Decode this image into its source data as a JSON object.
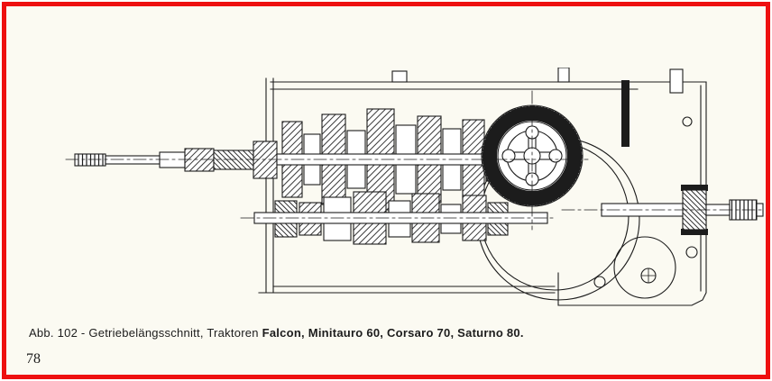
{
  "colors": {
    "frame_red": "#ee1010",
    "paper": "#fbfaf2",
    "ink": "#1c1c1c"
  },
  "caption": {
    "prefix": "Abb. 102 - Getriebelängsschnitt, Traktoren",
    "models": "Falcon, Minitauro 60, Corsaro 70, Saturno 80."
  },
  "page_number": "78"
}
